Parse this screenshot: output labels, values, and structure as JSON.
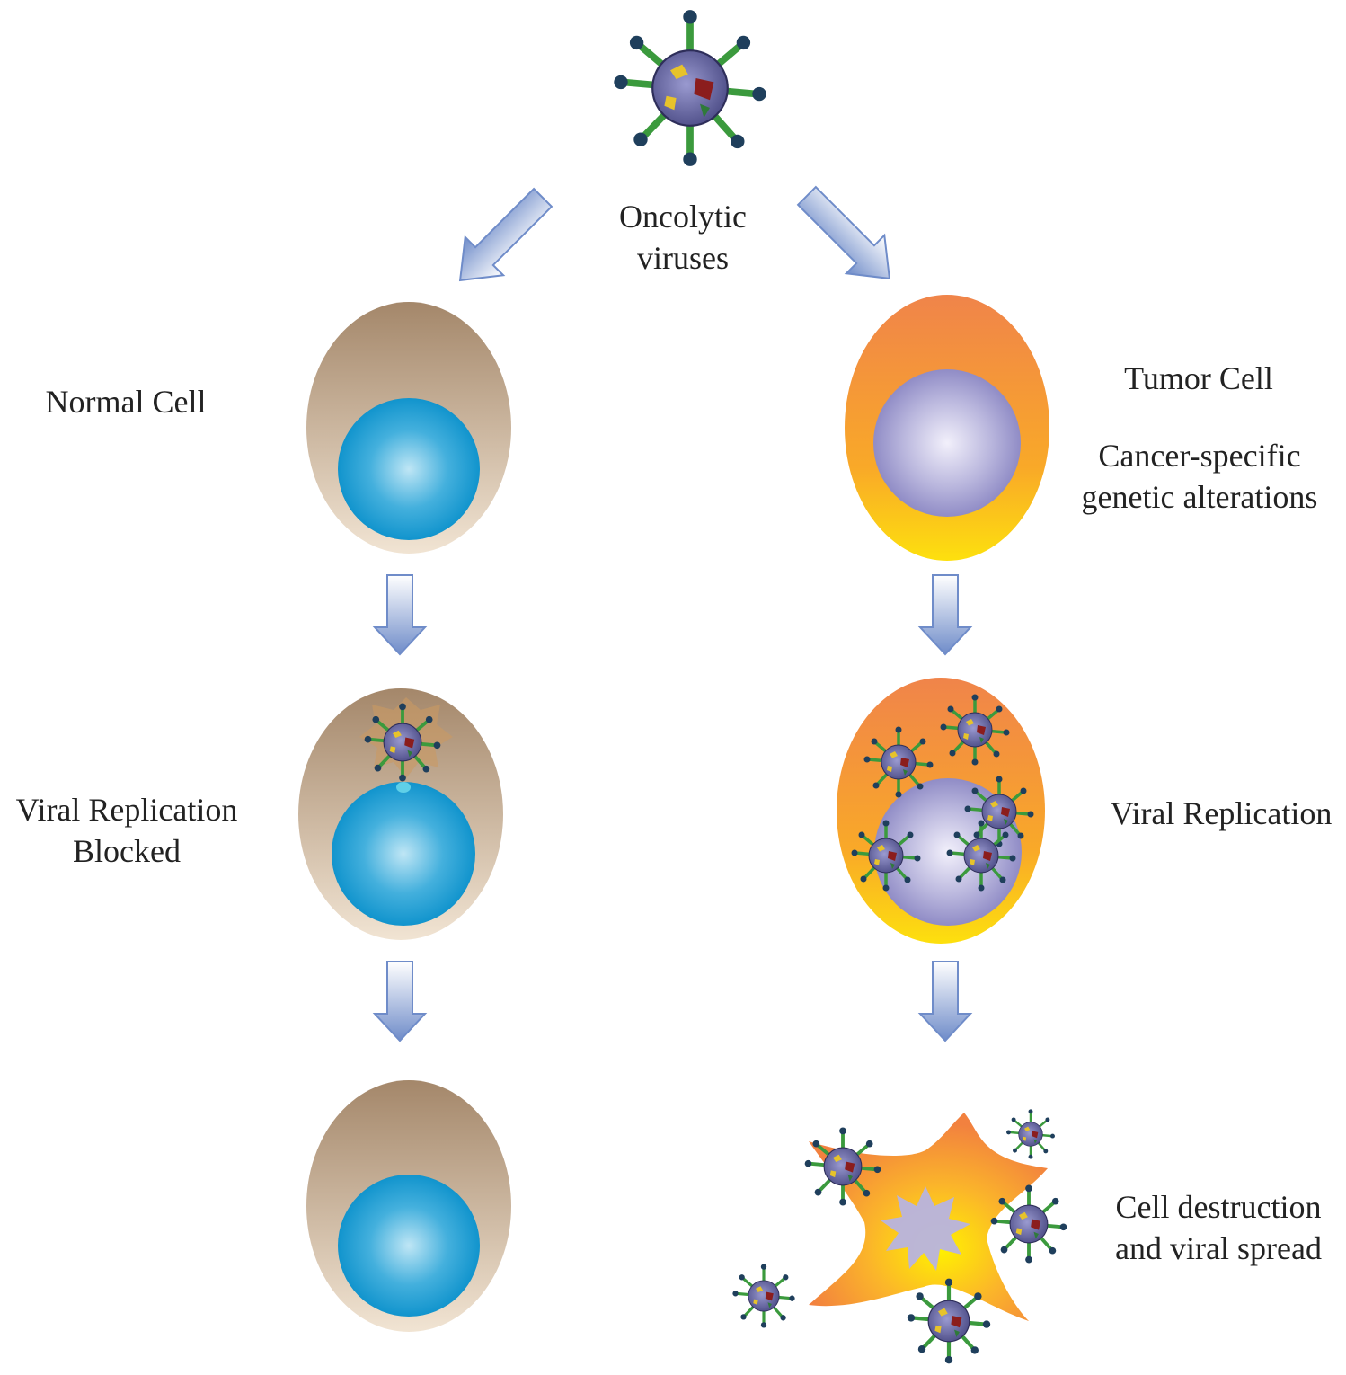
{
  "labels": {
    "oncolytic": [
      "Oncolytic",
      "viruses"
    ],
    "normal_cell": "Normal Cell",
    "tumor_cell": "Tumor Cell",
    "cancer_specific": [
      "Cancer-specific",
      "genetic alterations"
    ],
    "blocked": [
      "Viral Replication",
      "Blocked"
    ],
    "viral_replication": "Viral Replication",
    "destruction": [
      "Cell destruction",
      "and viral spread"
    ]
  },
  "colors": {
    "normal_cytoplasm_top": "#a4876a",
    "normal_cytoplasm_bottom": "#f1e4d3",
    "normal_nucleus": "#1a9bd3",
    "tumor_cytoplasm_top": "#f0844a",
    "tumor_cytoplasm_bottom": "#fde00e",
    "tumor_nucleus": "#9b97cc",
    "arrow_fill": "#6f8cc9",
    "virus_spike": "#3b9a3d",
    "virus_capsid": "#6a6aa8"
  },
  "icons": [
    "virus-icon",
    "arrow-down-icon",
    "arrow-diagonal-icon",
    "cell-icon",
    "burst-icon"
  ]
}
